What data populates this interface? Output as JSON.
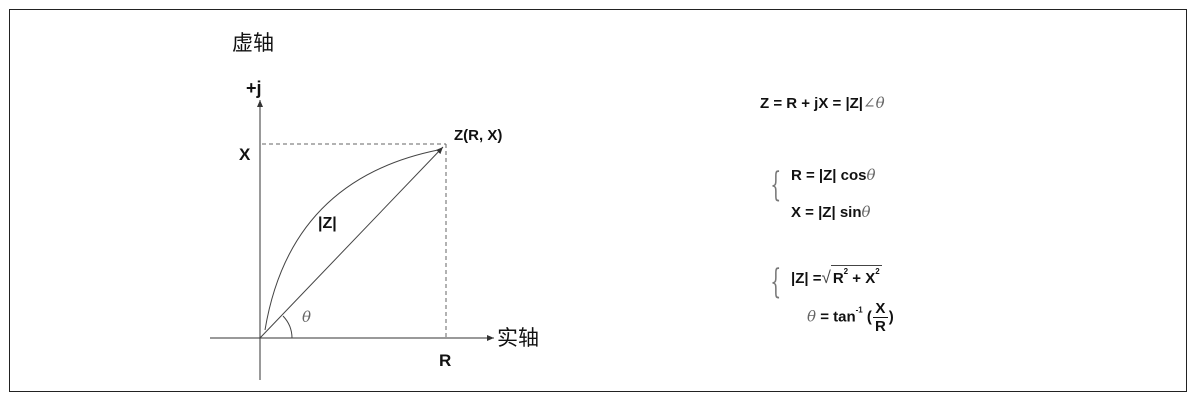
{
  "diagram": {
    "imag_axis_label": "虚轴",
    "imag_unit_label": "+j",
    "real_axis_label": "实轴",
    "x_label": "X",
    "r_label": "R",
    "point_label": "Z(R, X)",
    "magnitude_label": "|Z|",
    "angle_label": "θ"
  },
  "formulas": {
    "main": {
      "lhs": "Z = R + jX = |Z|",
      "angle_sym": "∠",
      "theta": "θ"
    },
    "rect": {
      "r_eq": "R = |Z| cos",
      "x_eq": "X = |Z| sin",
      "theta": "θ"
    },
    "polar": {
      "mag_lhs": "|Z| =",
      "r_base": "R",
      "r_exp": "2",
      "plus": " + X",
      "x_exp": "2",
      "theta": "θ",
      "theta_eq": " = tan",
      "inv_exp": "-1",
      "open": " (",
      "num": "X",
      "den": "R",
      "close": ")"
    },
    "brace_top": "{",
    "brace_bottom": "{"
  }
}
